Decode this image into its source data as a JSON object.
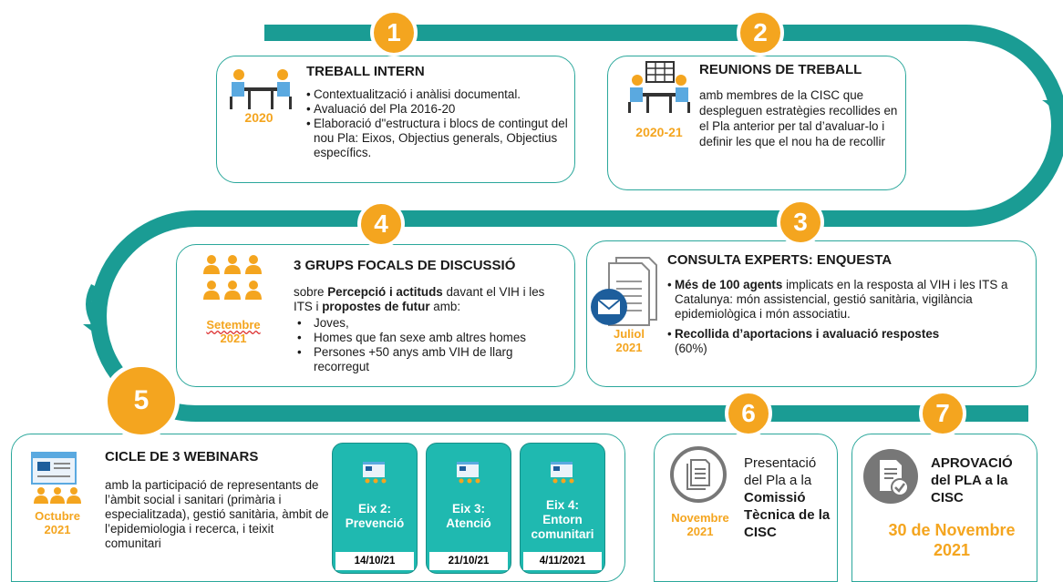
{
  "steps": [
    {
      "number": "1",
      "title": "TREBALL INTERN",
      "date": "2020",
      "bullets": [
        "Contextualització i anàlisi documental.",
        "Avaluació del Pla 2016-20",
        "Elaboració d\"estructura i blocs de contingut del nou Pla: Eixos, Objectius generals, Objectius específics."
      ]
    },
    {
      "number": "2",
      "title": "REUNIONS DE TREBALL",
      "date": "2020-21",
      "text": "amb membres de la CISC que despleguen estratègies recollides en el Pla anterior per tal d’avaluar-lo i definir les que el nou ha de recollir"
    },
    {
      "number": "3",
      "title": "CONSULTA EXPERTS: ENQUESTA",
      "date_line1": "Juliol",
      "date_line2": "2021",
      "b1_bold": "Més de 100 agents",
      "b1_rest": " implicats en la resposta al VIH i les ITS a Catalunya: món assistencial, gestió sanitària, vigilància epidemiològica i món associatiu.",
      "b2_bold": "Recollida d’aportacions i avaluació respostes",
      "b2_rest": "(60%)"
    },
    {
      "number": "4",
      "title": "3 GRUPS FOCALS DE DISCUSSIÓ",
      "date_line1": "Setembre",
      "date_line2": "2021",
      "intro_1": "sobre ",
      "intro_bold1": "Percepció i actituds",
      "intro_2": " davant el VIH i les ITS i ",
      "intro_bold2": "propostes de futur",
      "intro_3": " amb:",
      "bullets": [
        "Joves,",
        "Homes que fan sexe amb altres homes",
        "Persones +50 anys amb VIH de llarg recorregut"
      ]
    },
    {
      "number": "5",
      "title": "CICLE DE 3 WEBINARS",
      "date_line1": "Octubre",
      "date_line2": "2021",
      "text": "amb la participació de representants de l’àmbit social i sanitari (primària i especialitzada), gestió sanitària, àmbit de l’epidemiologia i recerca, i teixit comunitari",
      "webinars": [
        {
          "label1": "Eix 2:",
          "label2": "Prevenció",
          "date": "14/10/21"
        },
        {
          "label1": "Eix 3:",
          "label2": "Atenció",
          "date": "21/10/21"
        },
        {
          "label1": "Eix 4:",
          "label2": "Entorn comunitari",
          "date": "4/11/2021"
        }
      ]
    },
    {
      "number": "6",
      "date_line1": "Novembre",
      "date_line2": "2021",
      "text_1": "Presentació del Pla a la ",
      "text_bold": "Comissió Tècnica de la CISC"
    },
    {
      "number": "7",
      "title": "APROVACIÓ del PLA a la CISC",
      "date": "30 de Novembre 2021"
    }
  ],
  "colors": {
    "teal": "#1a9c94",
    "orange": "#f4a51f",
    "border": "#2aa79b",
    "webinar": "#1fb9b0"
  }
}
